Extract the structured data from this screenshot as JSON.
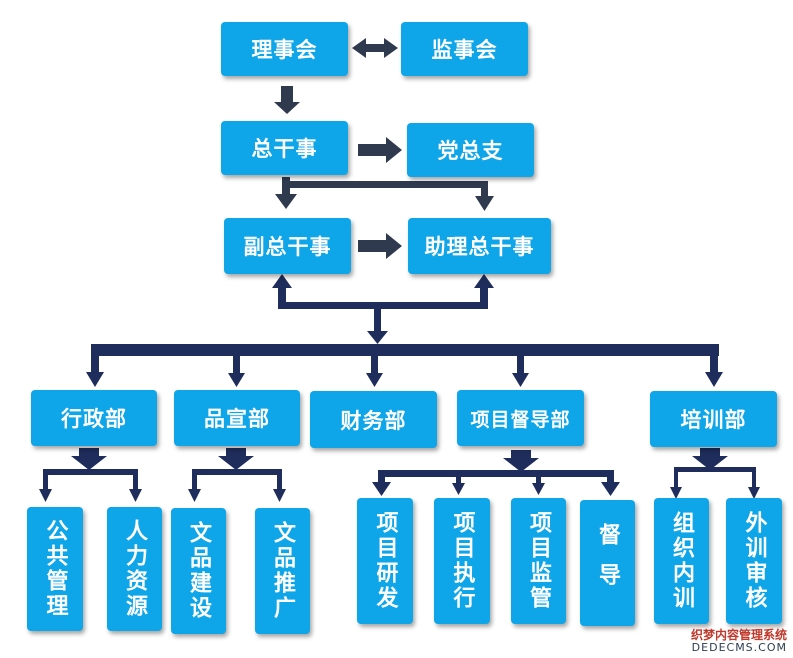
{
  "nodes": {
    "board": "理事会",
    "supervisors": "监事会",
    "secretary_general": "总干事",
    "party_branch": "党总支",
    "deputy_sg": "副总干事",
    "assistant_sg": "助理总干事",
    "admin": "行政部",
    "brand": "品宣部",
    "finance": "财务部",
    "project_supervision": "项目督导部",
    "training": "培训部",
    "public_management": "公共管理",
    "human_resources": "人力资源",
    "culture_building": "文品建设",
    "culture_promotion": "文品推广",
    "project_research": "项目研发",
    "project_execution": "项目执行",
    "project_monitoring": "项目监管",
    "supervision": "督导",
    "org_training": "组织内训",
    "external_training_review": "外训审核"
  },
  "watermark": {
    "line1": "织梦内容管理系统",
    "line2": "DEDECMS.COM"
  },
  "colors": {
    "box": "#0ea5e9",
    "connector": "#1f2d5c",
    "arrow_gray": "#2f3a4f"
  }
}
